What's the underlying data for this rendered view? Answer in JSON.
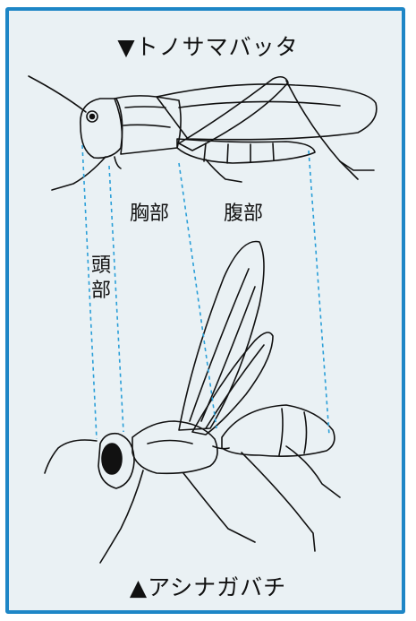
{
  "titles": {
    "top": "▼トノサマバッタ",
    "bottom": "▲アシナガバチ"
  },
  "labels": {
    "thorax": "胸部",
    "abdomen": "腹部",
    "head": "頭部"
  },
  "colors": {
    "border": "#1e86c6",
    "background": "#eaf1f4",
    "guide_line": "#2a9fd8",
    "ink": "#111111"
  }
}
